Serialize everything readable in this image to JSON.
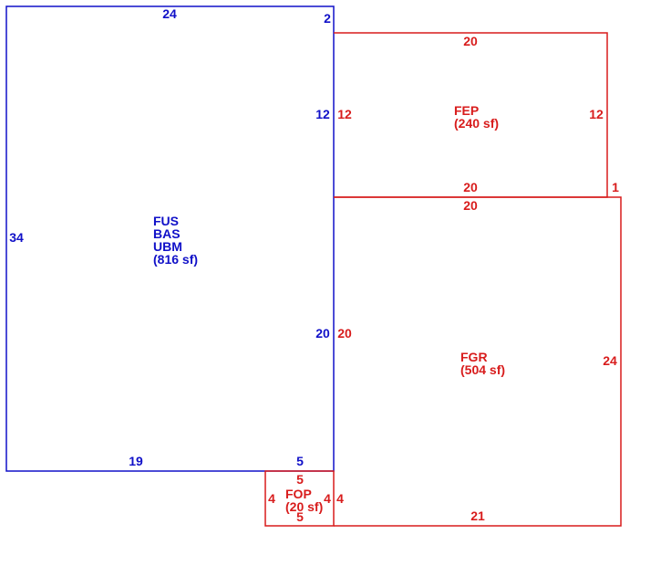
{
  "colors": {
    "main": "#1010c8",
    "addition": "#d81c1c"
  },
  "main_area": {
    "codes": [
      "FUS",
      "BAS",
      "UBM"
    ],
    "area": "(816 sf)",
    "dims": {
      "top": "24",
      "top_right": "2",
      "left": "34",
      "right_upper": "12",
      "right_lower": "20",
      "bottom_left": "19",
      "bottom_right": "5"
    }
  },
  "fep": {
    "code": "FEP",
    "area": "(240 sf)",
    "dims": {
      "top": "20",
      "left": "12",
      "right": "12",
      "bottom": "20",
      "step": "1"
    }
  },
  "fgr": {
    "code": "FGR",
    "area": "(504 sf)",
    "dims": {
      "top": "20",
      "left": "20",
      "right": "24",
      "bottom": "21"
    }
  },
  "fop": {
    "code": "FOP",
    "area": "(20 sf)",
    "dims": {
      "top": "5",
      "left": "4",
      "right_inner": "4",
      "right_outer": "4",
      "bottom": "5"
    }
  }
}
